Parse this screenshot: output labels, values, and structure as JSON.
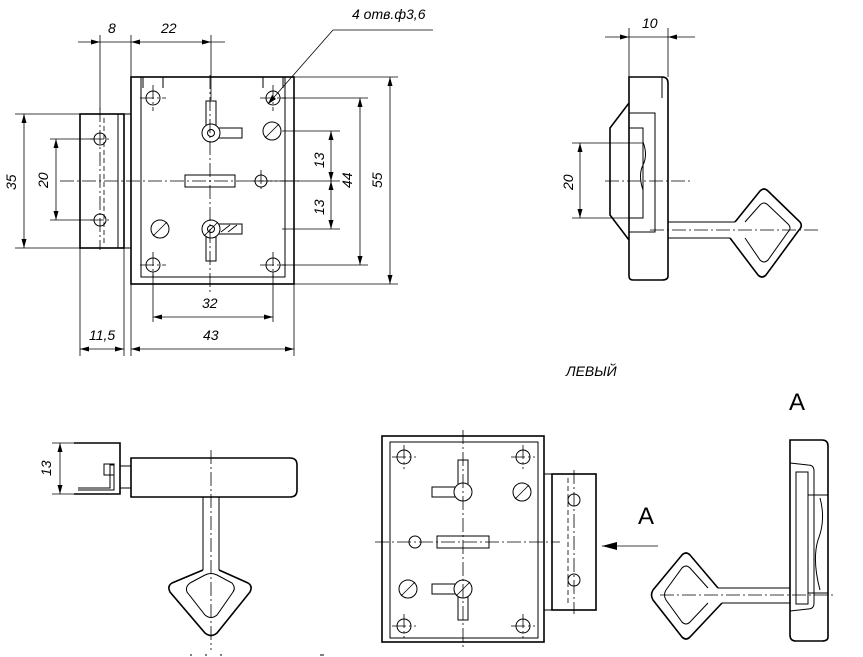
{
  "labels": {
    "holes_note": "4 отв.ф3,6",
    "variant": "ЛЕВЫЙ",
    "view_letter": "А"
  },
  "dimensions": {
    "d8": "8",
    "d22": "22",
    "d35": "35",
    "d20_front": "20",
    "d13_upper": "13",
    "d13_lower": "13",
    "d44": "44",
    "d55": "55",
    "d32": "32",
    "d43": "43",
    "d11_5": "11,5",
    "d10": "10",
    "d20_side": "20",
    "d13_top": "13"
  }
}
